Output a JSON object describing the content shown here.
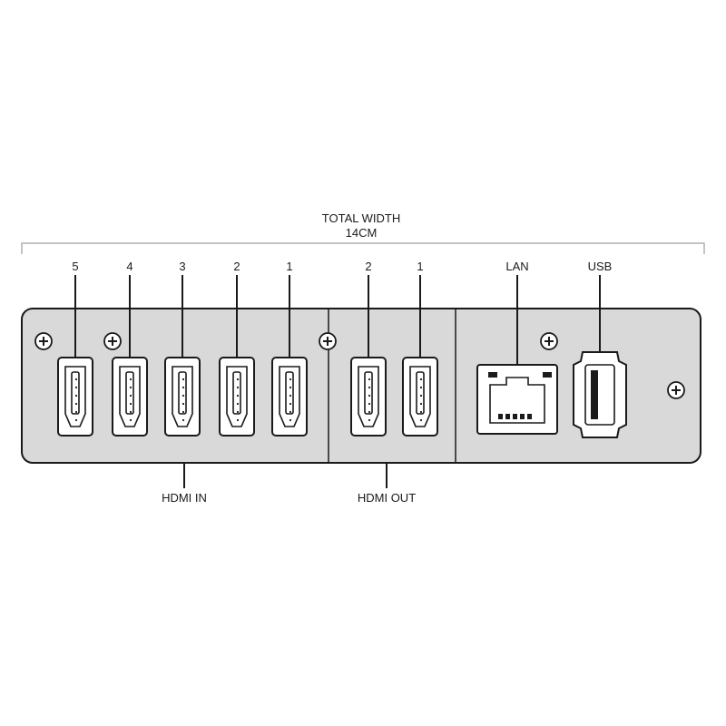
{
  "dimension": {
    "title": "TOTAL WIDTH",
    "value": "14CM"
  },
  "groups": {
    "hdmi_in": "HDMI IN",
    "hdmi_out": "HDMI OUT"
  },
  "hdmi_in_ports": [
    "5",
    "4",
    "3",
    "2",
    "1"
  ],
  "hdmi_out_ports": [
    "2",
    "1"
  ],
  "lan": {
    "label": "LAN"
  },
  "usb": {
    "label": "USB"
  }
}
